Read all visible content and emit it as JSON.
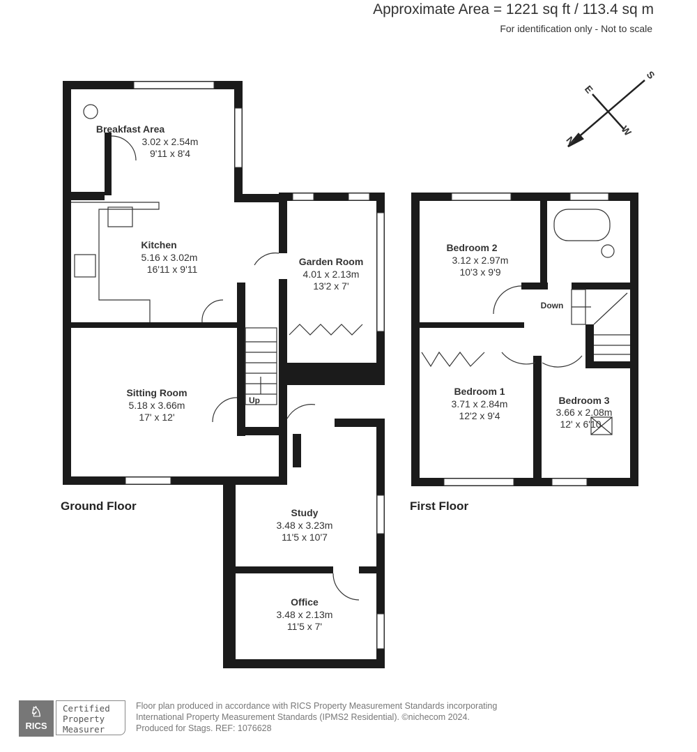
{
  "header": {
    "area": "Approximate Area = 1221 sq ft / 113.4 sq m",
    "note": "For identification only - Not to scale"
  },
  "compass": {
    "labels": [
      "S",
      "E",
      "W",
      "N"
    ]
  },
  "ground_floor": {
    "label": "Ground Floor",
    "rooms": [
      {
        "name": "Breakfast Area",
        "metric": "3.02 x 2.54m",
        "imperial": "9'11 x 8'4"
      },
      {
        "name": "Kitchen",
        "metric": "5.16 x 3.02m",
        "imperial": "16'11 x 9'11"
      },
      {
        "name": "Garden Room",
        "metric": "4.01 x 2.13m",
        "imperial": "13'2 x 7'"
      },
      {
        "name": "Sitting Room",
        "metric": "5.18 x 3.66m",
        "imperial": "17' x 12'"
      },
      {
        "name": "Study",
        "metric": "3.48 x 3.23m",
        "imperial": "11'5 x 10'7"
      },
      {
        "name": "Office",
        "metric": "3.48 x 2.13m",
        "imperial": "11'5 x 7'"
      }
    ],
    "stairs_label": "Up"
  },
  "first_floor": {
    "label": "First Floor",
    "rooms": [
      {
        "name": "Bedroom 2",
        "metric": "3.12 x 2.97m",
        "imperial": "10'3 x 9'9"
      },
      {
        "name": "Bedroom 1",
        "metric": "3.71 x 2.84m",
        "imperial": "12'2 x 9'4"
      },
      {
        "name": "Bedroom 3",
        "metric": "3.66 x 2.08m",
        "imperial": "12' x 6'10"
      }
    ],
    "stairs_label": "Down"
  },
  "footer": {
    "badge": "RICS",
    "cert": [
      "Certified",
      "Property",
      "Measurer"
    ],
    "lines": [
      "Floor plan produced in accordance with RICS Property Measurement Standards incorporating",
      "International Property Measurement Standards (IPMS2 Residential).   ©nichecom 2024.",
      "Produced for Stags.   REF:  1076628"
    ]
  }
}
